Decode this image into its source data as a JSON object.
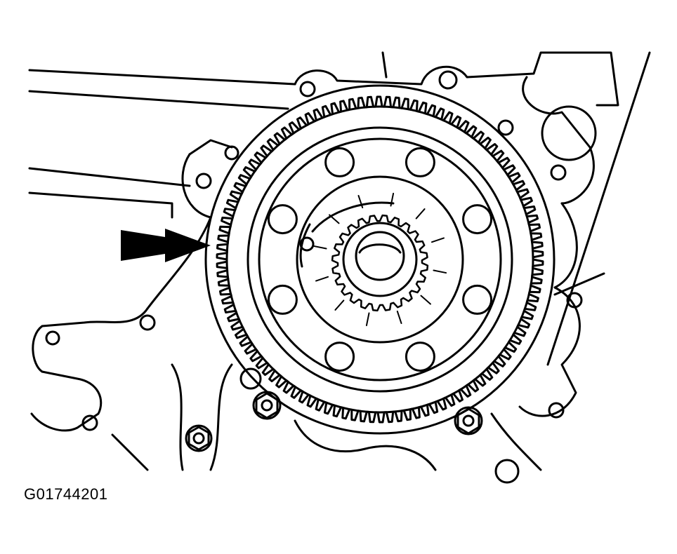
{
  "figure": {
    "id_label": "G01744201"
  },
  "colors": {
    "ink": "#000000",
    "paper": "#ffffff"
  },
  "diagram": {
    "subject": "flywheel-ring-gear",
    "indicator": "arrow-pointing-at-ring-gear-teeth",
    "ring_gear_teeth": 110,
    "hub_spline_teeth": 24,
    "flywheel_holes": 8
  }
}
